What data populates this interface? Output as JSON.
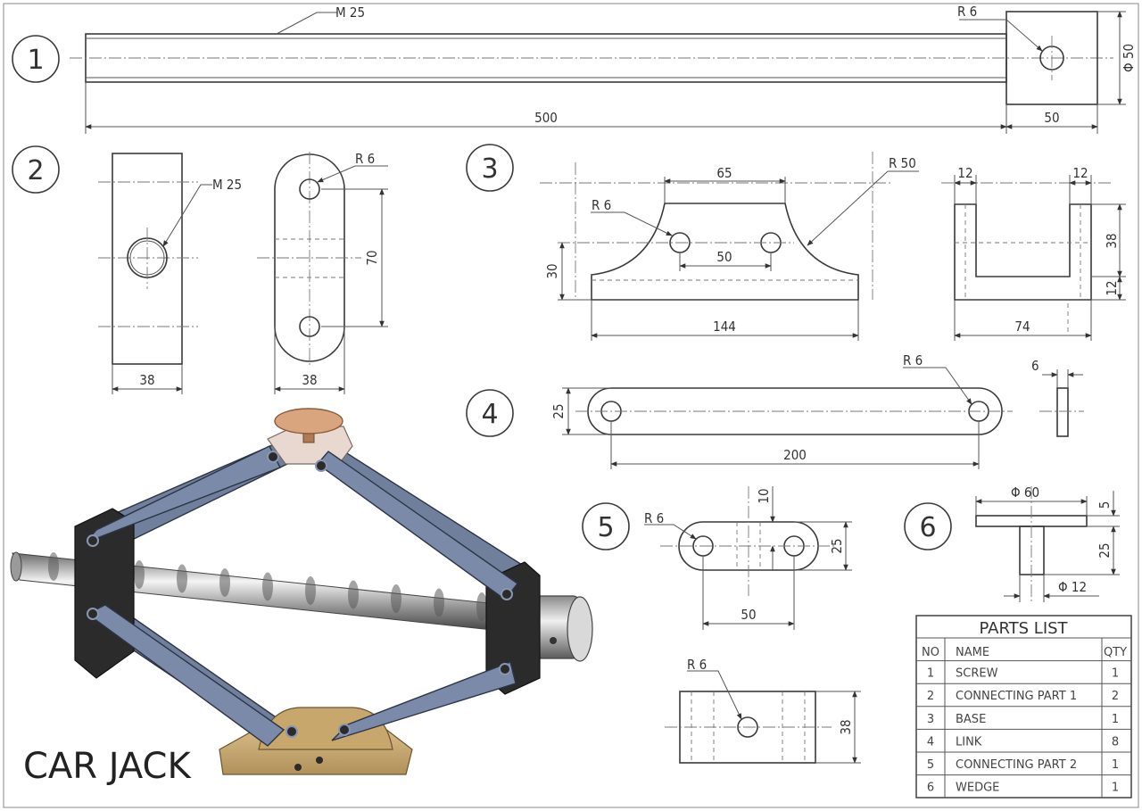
{
  "title": "CAR JACK",
  "part_numbers": [
    "1",
    "2",
    "3",
    "4",
    "5",
    "6"
  ],
  "dims": {
    "p1": {
      "thread": "M 25",
      "radius": "R 6",
      "length": "500",
      "width": "50",
      "dia": "Φ 50"
    },
    "p2": {
      "thread": "M 25",
      "radius": "R 6",
      "width_a": "38",
      "width_b": "38",
      "height": "70"
    },
    "p3": {
      "width_top": "65",
      "radius_big": "R 50",
      "radius": "R 6",
      "hole_pitch": "50",
      "height": "30",
      "length": "144",
      "wall_l": "12",
      "wall_r": "12",
      "wall_h": "38",
      "base_h": "12",
      "depth": "74"
    },
    "p4": {
      "radius": "R 6",
      "height": "25",
      "length": "200",
      "thick": "6"
    },
    "p5": {
      "radius": "R 6",
      "thick": "10",
      "height": "25",
      "pitch": "50",
      "radius_b": "R 6",
      "depth": "38"
    },
    "p6": {
      "dia_top": "Φ 60",
      "head_h": "5",
      "stem_h": "25",
      "dia_stem": "Φ 12"
    }
  },
  "parts_list": {
    "title": "PARTS LIST",
    "headers": [
      "NO",
      "NAME",
      "QTY"
    ],
    "rows": [
      {
        "no": "1",
        "name": "SCREW",
        "qty": "1"
      },
      {
        "no": "2",
        "name": "CONNECTING PART 1",
        "qty": "2"
      },
      {
        "no": "3",
        "name": "BASE",
        "qty": "1"
      },
      {
        "no": "4",
        "name": "LINK",
        "qty": "8"
      },
      {
        "no": "5",
        "name": "CONNECTING PART 2",
        "qty": "1"
      },
      {
        "no": "6",
        "name": "WEDGE",
        "qty": "1"
      }
    ]
  },
  "colors": {
    "link": "#6f7f9c",
    "block": "#2b2b2b",
    "base": "#d2b37d",
    "cap": "#d9a57e",
    "screw": "#c0c0c0"
  }
}
